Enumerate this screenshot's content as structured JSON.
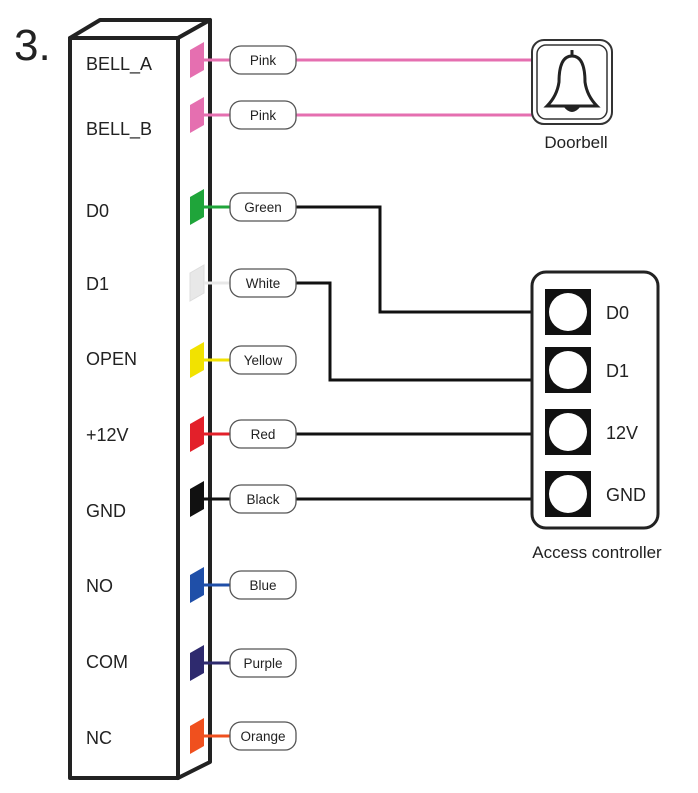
{
  "step_number": "3.",
  "pins": [
    {
      "label": "BELL_A",
      "wire": "Pink",
      "color": "#e56fb0"
    },
    {
      "label": "BELL_B",
      "wire": "Pink",
      "color": "#e56fb0"
    },
    {
      "label": "D0",
      "wire": "Green",
      "color": "#1fa53a"
    },
    {
      "label": "D1",
      "wire": "White",
      "color": "#e8e8e8"
    },
    {
      "label": "OPEN",
      "wire": "Yellow",
      "color": "#f2e200"
    },
    {
      "label": "+12V",
      "wire": "Red",
      "color": "#e3202a"
    },
    {
      "label": "GND",
      "wire": "Black",
      "color": "#111111"
    },
    {
      "label": "NO",
      "wire": "Blue",
      "color": "#1f4fa8"
    },
    {
      "label": "COM",
      "wire": "Purple",
      "color": "#2e2a6e"
    },
    {
      "label": "NC",
      "wire": "Orange",
      "color": "#f0501e"
    }
  ],
  "doorbell": {
    "label": "Doorbell",
    "icon": "bell-icon"
  },
  "access_controller": {
    "label": "Access controller",
    "terminals": [
      "D0",
      "D1",
      "12V",
      "GND"
    ]
  }
}
